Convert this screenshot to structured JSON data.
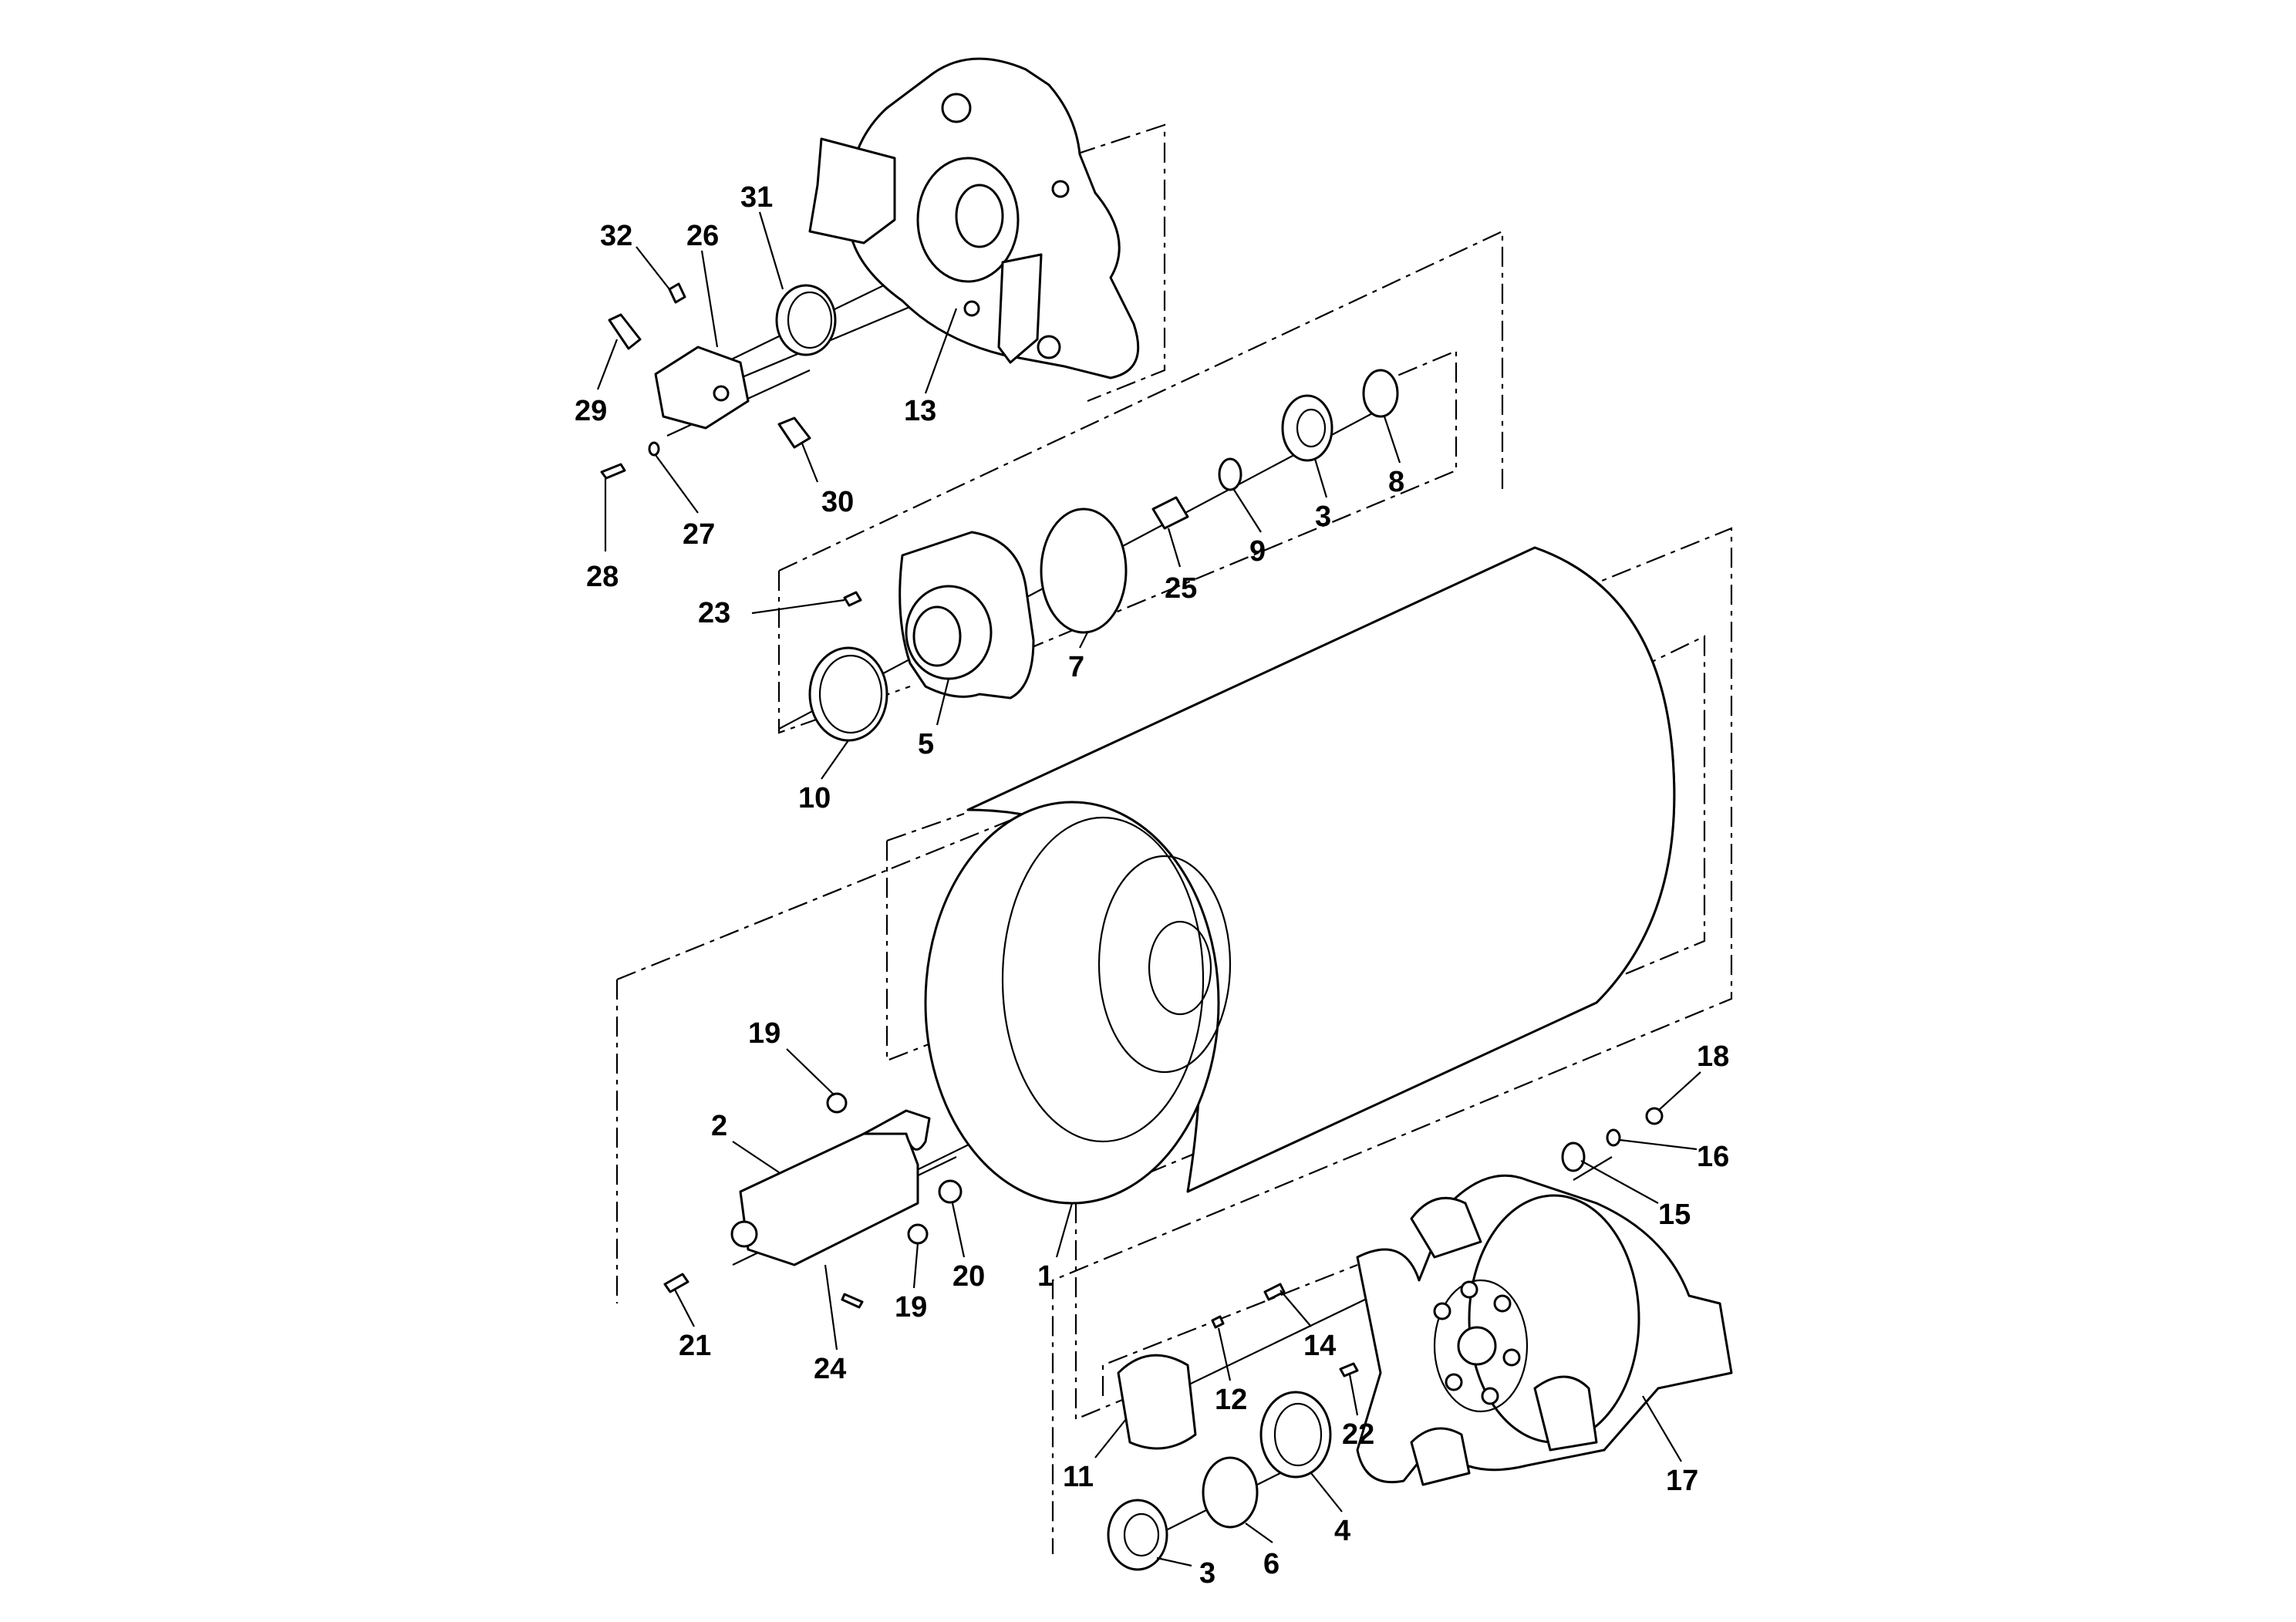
{
  "callouts": [
    {
      "id": "c32",
      "text": "32"
    },
    {
      "id": "c26",
      "text": "26"
    },
    {
      "id": "c31",
      "text": "31"
    },
    {
      "id": "c29",
      "text": "29"
    },
    {
      "id": "c13",
      "text": "13"
    },
    {
      "id": "c30",
      "text": "30"
    },
    {
      "id": "c27",
      "text": "27"
    },
    {
      "id": "c28",
      "text": "28"
    },
    {
      "id": "c8",
      "text": "8"
    },
    {
      "id": "c3a",
      "text": "3"
    },
    {
      "id": "c9",
      "text": "9"
    },
    {
      "id": "c25",
      "text": "25"
    },
    {
      "id": "c23",
      "text": "23"
    },
    {
      "id": "c7",
      "text": "7"
    },
    {
      "id": "c5",
      "text": "5"
    },
    {
      "id": "c10",
      "text": "10"
    },
    {
      "id": "c19a",
      "text": "19"
    },
    {
      "id": "c2",
      "text": "2"
    },
    {
      "id": "c18",
      "text": "18"
    },
    {
      "id": "c16",
      "text": "16"
    },
    {
      "id": "c15",
      "text": "15"
    },
    {
      "id": "c20",
      "text": "20"
    },
    {
      "id": "c1",
      "text": "1"
    },
    {
      "id": "c19b",
      "text": "19"
    },
    {
      "id": "c21",
      "text": "21"
    },
    {
      "id": "c24",
      "text": "24"
    },
    {
      "id": "c14",
      "text": "14"
    },
    {
      "id": "c12",
      "text": "12"
    },
    {
      "id": "c22",
      "text": "22"
    },
    {
      "id": "c11",
      "text": "11"
    },
    {
      "id": "c17",
      "text": "17"
    },
    {
      "id": "c4",
      "text": "4"
    },
    {
      "id": "c6",
      "text": "6"
    },
    {
      "id": "c3b",
      "text": "3"
    }
  ]
}
